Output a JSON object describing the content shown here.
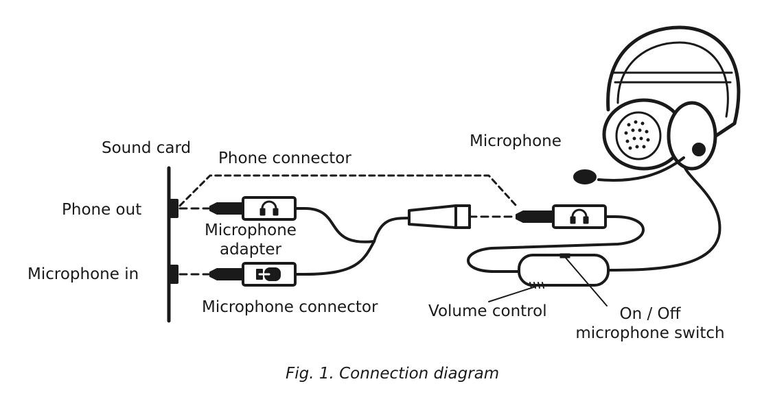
{
  "labels": {
    "sound_card": "Sound card",
    "phone_connector": "Phone connector",
    "microphone": "Microphone",
    "phone_out": "Phone out",
    "microphone_adapter_1": "Microphone",
    "microphone_adapter_2": "adapter",
    "microphone_in": "Microphone in",
    "microphone_connector": "Microphone connector",
    "volume_control": "Volume control",
    "on_off_1": "On / Off",
    "on_off_2": "microphone switch"
  },
  "caption": "Fig. 1. Connection diagram",
  "icons": {
    "phone_plug": "headphones-icon",
    "mic_plug": "microphone-plug-icon",
    "mic_plug_2": "headphones-icon",
    "headset": "headset-icon"
  },
  "colors": {
    "line": "#1a1a1a",
    "background": "#ffffff"
  }
}
